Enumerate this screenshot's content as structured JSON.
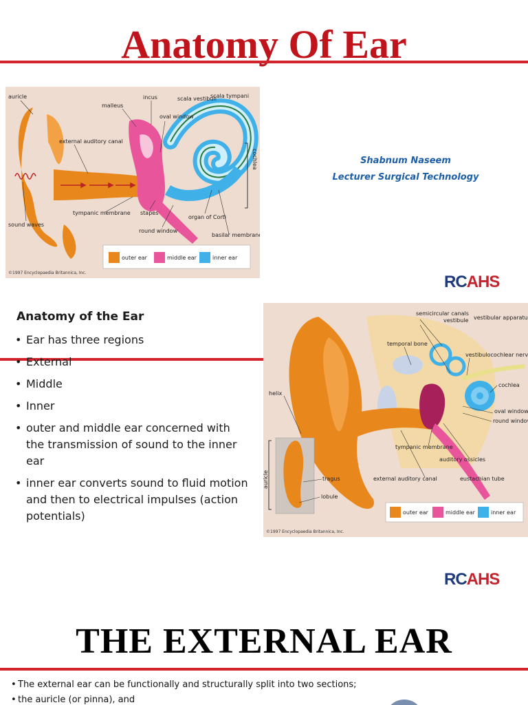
{
  "slide1": {
    "title": "Anatomy Of Ear",
    "author_name": "Shabnum Naseem",
    "author_role": "Lecturer Surgical Technology",
    "logo": {
      "rc": "RC",
      "ahs": "AHS"
    },
    "figure": {
      "labels": {
        "auricle": "auricle",
        "malleus": "malleus",
        "incus": "incus",
        "oval_window": "oval window",
        "scala_vestibuli": "scala vestibuli",
        "scala_tympani": "scala tympani",
        "external_auditory_canal": "external auditory canal",
        "cochlea": "cochlea",
        "sound_waves": "sound waves",
        "tympanic_membrane": "tympanic membrane",
        "stapes": "stapes",
        "round_window": "round window",
        "organ_of_corti": "organ of Corti",
        "basilar_membrane": "basilar membrane"
      },
      "legend": [
        "outer ear",
        "middle ear",
        "inner ear"
      ],
      "copyright": "©1997 Encyclopaedia Britannica, Inc."
    }
  },
  "slide2": {
    "heading": "Anatomy of the Ear",
    "bullets": [
      "Ear has three regions",
      "External",
      "Middle",
      " Inner",
      "outer and middle ear concerned with the transmission of sound to the inner ear",
      " inner ear converts sound to fluid motion and then to electrical impulses (action potentials)"
    ],
    "logo": {
      "rc": "RC",
      "ahs": "AHS"
    },
    "figure": {
      "labels": {
        "semicircular_canals": "semicircular canals",
        "vestibule": "vestibule",
        "vestibular_apparatus": "vestibular apparatus",
        "temporal_bone": "temporal bone",
        "vestibulocochlear_nerve": "vestibulocochlear nerve",
        "helix": "helix",
        "cochlea": "cochlea",
        "oval_window": "oval window",
        "round_window": "round window",
        "tympanic_membrane": "tympanic membrane",
        "auditory_ossicles": "auditory ossicles",
        "auricle": "auricle",
        "tragus": "tragus",
        "external_auditory_canal": "external auditory canal",
        "eustachian_tube": "eustachian tube",
        "lobule": "lobule"
      },
      "legend": [
        "outer ear",
        "middle ear",
        "inner ear"
      ],
      "copyright": "©1997 Encyclopaedia Britannica, Inc."
    }
  },
  "slide3": {
    "title": "THE EXTERNAL EAR",
    "bullets": [
      "The external ear can be functionally and structurally split into two sections;",
      "the auricle (or pinna), and"
    ]
  },
  "colors": {
    "title_red": "#c0141c",
    "rule_red": "#d2232a",
    "author_blue": "#1c5fa8",
    "logo_blue": "#1f3a7a",
    "logo_red": "#c8222c",
    "outer_ear": "#e8881c",
    "middle_ear": "#e8559a",
    "inner_ear": "#3fb0e8",
    "figure_bg": "#eedcd0"
  }
}
